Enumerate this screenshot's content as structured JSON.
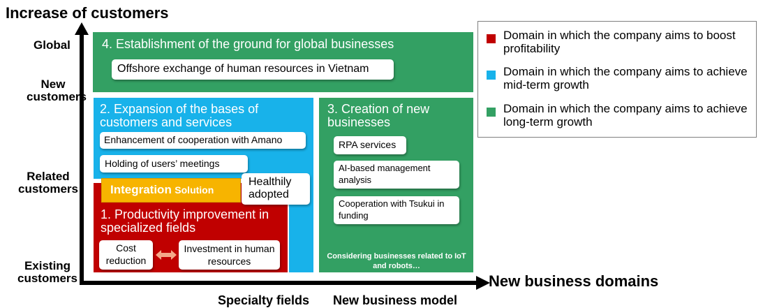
{
  "axes": {
    "y_title": "Increase of customers",
    "x_title": "New business domains",
    "y_labels": {
      "global": "Global",
      "new_customers": "New customers",
      "related_customers": "Related customers",
      "existing_customers": "Existing customers"
    },
    "x_labels": {
      "specialty_fields": "Specialty fields",
      "new_business_model": "New business model"
    }
  },
  "boxes": {
    "box4": {
      "title": "4. Establishment of the ground for global businesses",
      "color": "#33a063",
      "items": [
        "Offshore exchange of human resources in Vietnam"
      ]
    },
    "box2": {
      "title": "2. Expansion of the bases of customers and services",
      "color": "#18b2ea",
      "items": [
        "Enhancement of cooperation with Amano",
        "Holding of users’ meetings"
      ]
    },
    "box3": {
      "title": "3. Creation of new businesses",
      "color": "#33a063",
      "items": [
        "RPA services",
        "AI-based management analysis",
        "Cooperation with Tsukui in funding"
      ],
      "note": "Considering businesses related to IoT and robots…"
    },
    "box1": {
      "title": "1. Productivity improvement in specialized fields",
      "color": "#c00000",
      "items": [
        "Cost reduction",
        "Investment in human resources"
      ]
    },
    "integration": {
      "main": "Integration",
      "sub": "Solution",
      "color": "#f7b400"
    },
    "healthily": "Healthily adopted"
  },
  "legend": [
    {
      "color": "#c00000",
      "label": "Domain in which the company aims to boost profitability"
    },
    {
      "color": "#18b2ea",
      "label": "Domain in which the company aims to achieve mid-term growth"
    },
    {
      "color": "#33a063",
      "label": "Domain in which the company aims to achieve long-term growth"
    }
  ]
}
